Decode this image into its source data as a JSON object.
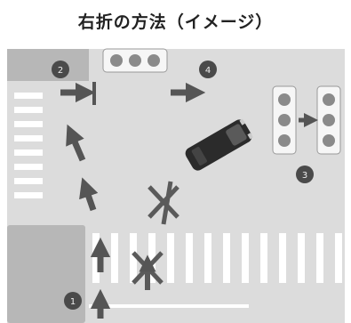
{
  "title": "右折の方法（イメージ）",
  "steps": [
    "1",
    "2",
    "3",
    "4"
  ],
  "colors": {
    "road": "#dcdcdc",
    "block": "#b7b7b7",
    "stripe": "#ffffff",
    "arrow": "#555555",
    "badge": "#4a4a4a",
    "badge_text": "#eeeeee",
    "light_housing": "#f6f6f6",
    "light_lamp": "#8a8a8a",
    "car_body": "#2b2b2b",
    "cross_mark": "#5a5a5a"
  },
  "icons": [
    "traffic-light-icon",
    "car-icon",
    "arrow-icon",
    "cross-mark-icon"
  ]
}
